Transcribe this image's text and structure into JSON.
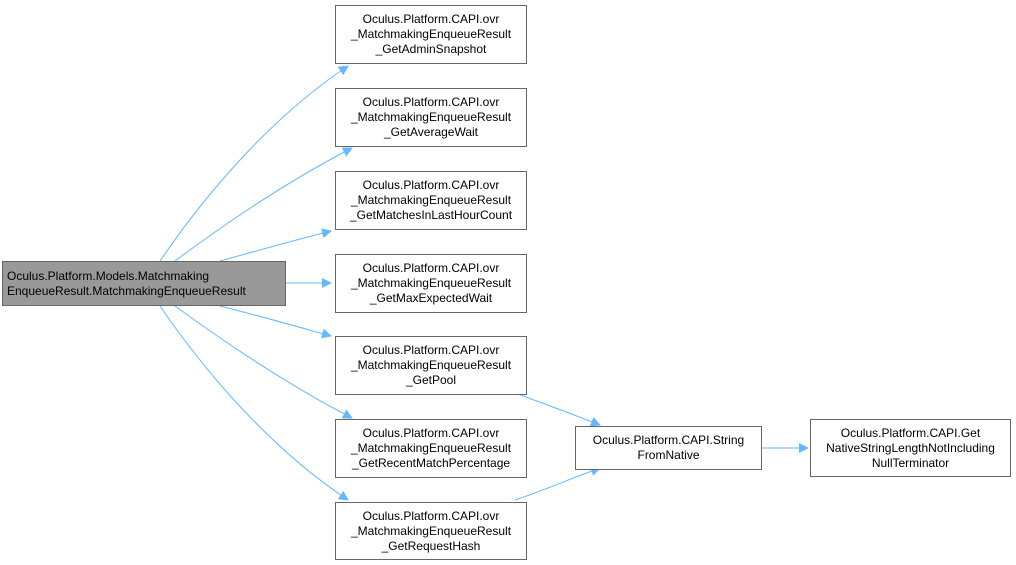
{
  "diagram": {
    "colors": {
      "edge": "#63b8ff",
      "root_fill": "#999999",
      "node_border": "#666666",
      "node_fill": "#ffffff"
    },
    "root": {
      "lines": [
        "Oculus.Platform.Models.Matchmaking",
        "EnqueueResult.MatchmakingEnqueueResult"
      ]
    },
    "callees": [
      {
        "lines": [
          "Oculus.Platform.CAPI.ovr",
          "_MatchmakingEnqueueResult",
          "_GetAdminSnapshot"
        ]
      },
      {
        "lines": [
          "Oculus.Platform.CAPI.ovr",
          "_MatchmakingEnqueueResult",
          "_GetAverageWait"
        ]
      },
      {
        "lines": [
          "Oculus.Platform.CAPI.ovr",
          "_MatchmakingEnqueueResult",
          "_GetMatchesInLastHourCount"
        ]
      },
      {
        "lines": [
          "Oculus.Platform.CAPI.ovr",
          "_MatchmakingEnqueueResult",
          "_GetMaxExpectedWait"
        ]
      },
      {
        "lines": [
          "Oculus.Platform.CAPI.ovr",
          "_MatchmakingEnqueueResult",
          "_GetPool"
        ]
      },
      {
        "lines": [
          "Oculus.Platform.CAPI.ovr",
          "_MatchmakingEnqueueResult",
          "_GetRecentMatchPercentage"
        ]
      },
      {
        "lines": [
          "Oculus.Platform.CAPI.ovr",
          "_MatchmakingEnqueueResult",
          "_GetRequestHash"
        ]
      }
    ],
    "string_from_native": {
      "lines": [
        "Oculus.Platform.CAPI.String",
        "FromNative"
      ]
    },
    "get_native_length": {
      "lines": [
        "Oculus.Platform.CAPI.Get",
        "NativeStringLengthNotIncluding",
        "NullTerminator"
      ]
    }
  }
}
